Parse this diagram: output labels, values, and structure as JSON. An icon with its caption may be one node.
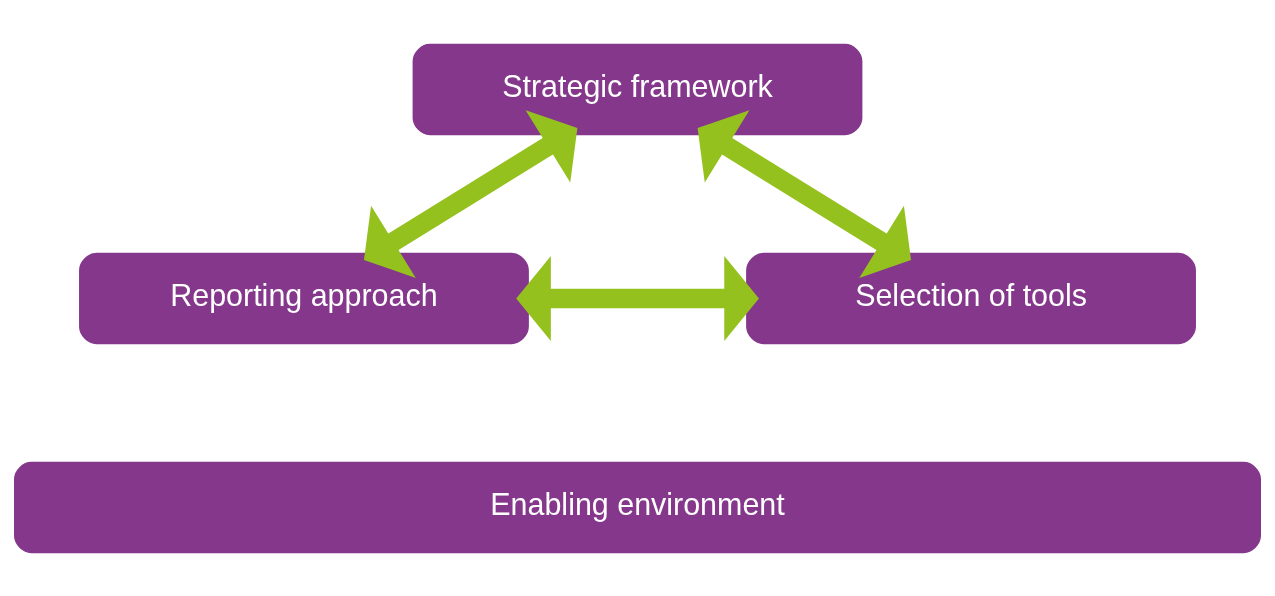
{
  "diagram": {
    "nodes": [
      {
        "text": [
          "Strategic framework"
        ]
      },
      {
        "text": [
          "Reporting approach"
        ]
      },
      {
        "text": [
          "Selection of tools"
        ]
      },
      {
        "text": [
          "Enabling environment"
        ]
      }
    ],
    "edges": [
      {
        "from": 0,
        "to": 1,
        "arrow": "both"
      },
      {
        "from": 0,
        "to": 2,
        "arrow": "both"
      },
      {
        "from": 1,
        "to": 2,
        "arrow": "both"
      }
    ]
  }
}
